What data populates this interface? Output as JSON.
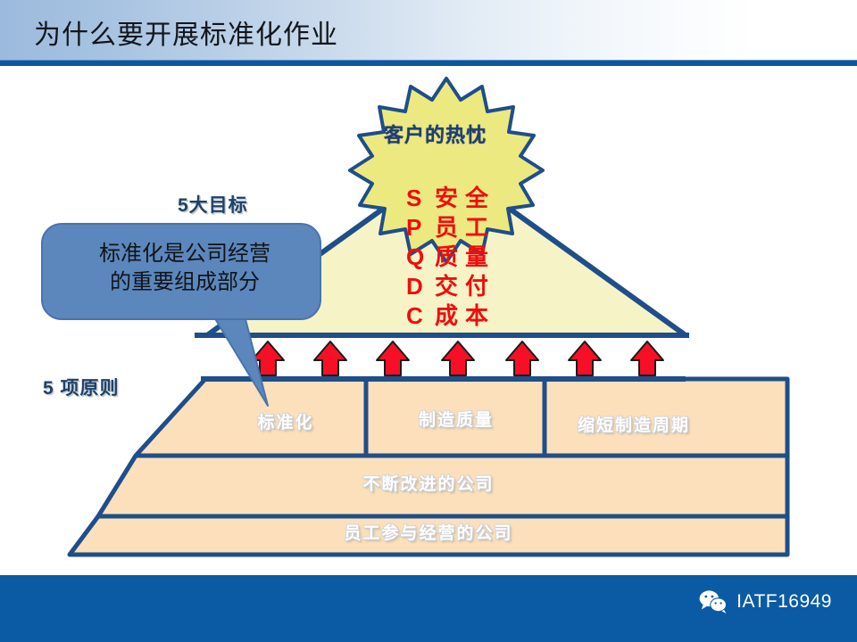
{
  "header": {
    "title": "为什么要开展标准化作业"
  },
  "diagram": {
    "starburst": {
      "label": "客户的热忱",
      "fill": "#ece981",
      "stroke": "#1f4e88",
      "text_color": "#1f3f73"
    },
    "side_labels": {
      "goals": "5大目标",
      "principles": "5 项原则",
      "color": "#1f4269"
    },
    "triangle": {
      "fill": "#f6f3c7",
      "stroke": "#1f4e88",
      "rows": [
        {
          "key": "S",
          "char1": "安",
          "char2": "全"
        },
        {
          "key": "P",
          "char1": "员",
          "char2": "工"
        },
        {
          "key": "Q",
          "char1": "质",
          "char2": "量"
        },
        {
          "key": "D",
          "char1": "交",
          "char2": "付"
        },
        {
          "key": "C",
          "char1": "成",
          "char2": "本"
        }
      ],
      "text_color": "#f20c0c"
    },
    "arrows": {
      "count": 7,
      "fill": "#f71025",
      "stroke": "#1a1a1a"
    },
    "callout": {
      "line1": "标准化是公司经营",
      "line2": "的重要组成部分",
      "fill": "#5b87bd",
      "stroke": "#3d6ea6",
      "text_color": "#111418"
    },
    "base": {
      "fill": "#fbe0bb",
      "stroke": "#1f4e88",
      "top_boxes": [
        "标准化",
        "制造质量",
        "缩短制造周期"
      ],
      "middle_band": "不断改进的公司",
      "bottom_band": "员工参与经营的公司"
    }
  },
  "footer": {
    "brand": "IATF16949",
    "icon": "wechat-icon",
    "background": "#0b5ba4"
  }
}
